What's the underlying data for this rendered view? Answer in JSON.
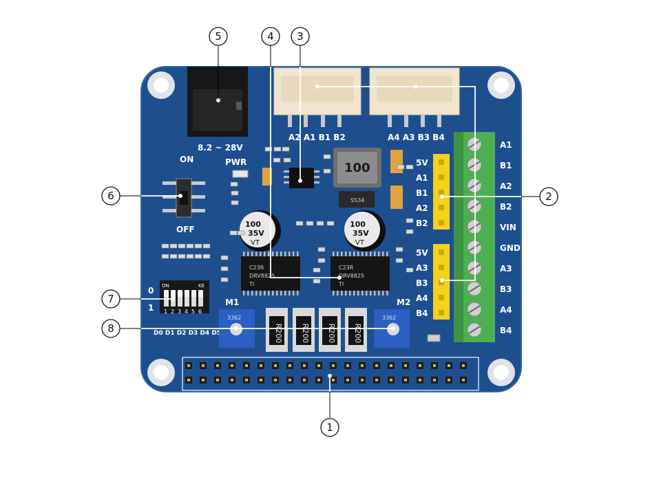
{
  "callouts": [
    "1",
    "2",
    "3",
    "4",
    "5",
    "6",
    "7",
    "8"
  ],
  "board": {
    "power_label": "8.2 ~ 28V",
    "switch_on": "ON",
    "switch_off": "OFF",
    "pwr_label": "PWR",
    "dip_on": "ON",
    "dip_ke": "KE",
    "dip_row0": "0",
    "dip_row1": "1",
    "dip_numbers": [
      "1",
      "2",
      "3",
      "4",
      "5",
      "6"
    ],
    "dip_addr": "D0 D1 D2 D3 D4 D5",
    "m1": "M1",
    "m2": "M2",
    "conn_left": "A2 A1 B1 B2",
    "conn_right": "A4 A3 B3 B4",
    "header_top": [
      "5V",
      "A1",
      "B1",
      "A2",
      "B2"
    ],
    "header_bottom": [
      "5V",
      "A3",
      "B3",
      "A4",
      "B4"
    ],
    "terminal": [
      "A1",
      "B1",
      "A2",
      "B2",
      "VIN",
      "GND",
      "A3",
      "B3",
      "A4",
      "B4"
    ],
    "inductor": "100",
    "diode": "SS34",
    "cap_text": [
      "100",
      "35V",
      "VT"
    ],
    "driver_text": [
      "DRV8825",
      "C23R",
      "TI"
    ],
    "resistor_text": "R200",
    "pot_text": "3362"
  }
}
